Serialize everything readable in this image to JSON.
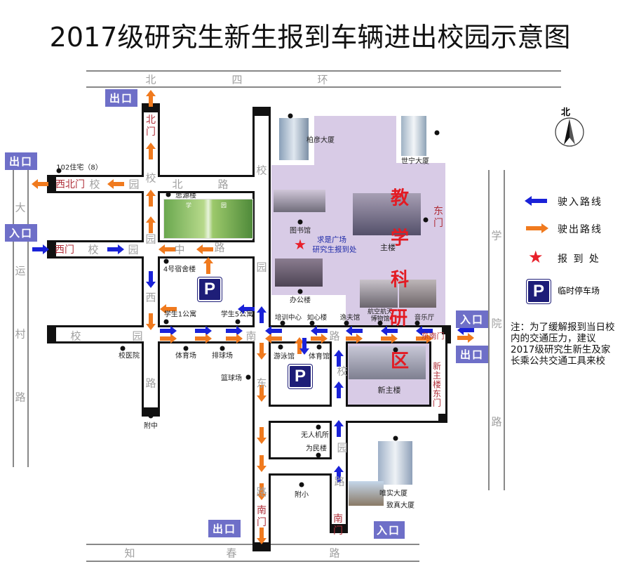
{
  "title": "2017级研究生新生报到车辆进出校园示意图",
  "outer_roads": {
    "north": [
      "北",
      "四",
      "环"
    ],
    "west": [
      "大",
      "运",
      "村",
      "路"
    ],
    "east": [
      "学",
      "院",
      "路"
    ],
    "south": [
      "知",
      "春",
      "路"
    ]
  },
  "inner_roads": {
    "north_road": [
      "校",
      "园",
      "校",
      "北",
      "路"
    ],
    "middle_road": [
      "校",
      "园",
      "园",
      "中",
      "路"
    ],
    "west_road": [
      "西",
      "路"
    ],
    "east_road_upper": [
      "校",
      "园"
    ],
    "south_road": [
      "校",
      "园",
      "南",
      "路"
    ],
    "east_road_lower": [
      "东",
      "路"
    ],
    "southeast_road": [
      "校",
      "园",
      "路"
    ]
  },
  "gates": {
    "north": "北门",
    "northwest": "西北门",
    "west": "西门",
    "south": "南门",
    "south_east": "南门",
    "east": "东门",
    "southeast": "东南门",
    "new_main_east": "新主楼东门"
  },
  "callouts": {
    "exit": "出口",
    "entry": "入口"
  },
  "buildings": {
    "residence102": "102住宅（8）",
    "siyuan": "思源楼",
    "garden_left": "学",
    "garden_right": "园",
    "dorm4": "4号宿舍楼",
    "apt1": "学生1公寓",
    "apt5": "学生5公寓",
    "baiyan": "柏彦大厦",
    "shining": "世宁大厦",
    "library": "图书馆",
    "plaza": "求是广场",
    "registration": "研究生报到处",
    "main": "主楼",
    "office": "办公楼",
    "training": "培训中心",
    "ruxin": "如心楼",
    "yifu": "逸夫馆",
    "museum1": "航空航天",
    "museum2": "博物馆",
    "concert": "音乐厅",
    "clinic": "校医院",
    "stadium": "体育场",
    "volleyball": "排球场",
    "basketball": "篮球场",
    "pool": "游泳馆",
    "gym": "体育馆",
    "new_main": "新主楼",
    "uav": "无人机所",
    "weimin": "为民楼",
    "middle_school": "附中",
    "primary_school": "附小",
    "weishi": "唯实大厦",
    "zhizhen": "致真大厦"
  },
  "zone": [
    "教",
    "学",
    "科",
    "研",
    "区"
  ],
  "compass": "北",
  "parking_symbol": "P",
  "legend": {
    "entry_route": "驶入路线",
    "exit_route": "驶出路线",
    "registration": "报 到 处",
    "parking": "临时停车场"
  },
  "note": "注：为了缓解报到当日校内的交通压力，建议2017级研究生新生及家长乘公共交通工具来校",
  "colors": {
    "entry_arrow": "#1a22d8",
    "exit_arrow": "#f07a1e",
    "campus": "#d8cbe6",
    "callout": "#6e6fc8",
    "star": "#e8202a",
    "parking": "#1e1e78"
  }
}
